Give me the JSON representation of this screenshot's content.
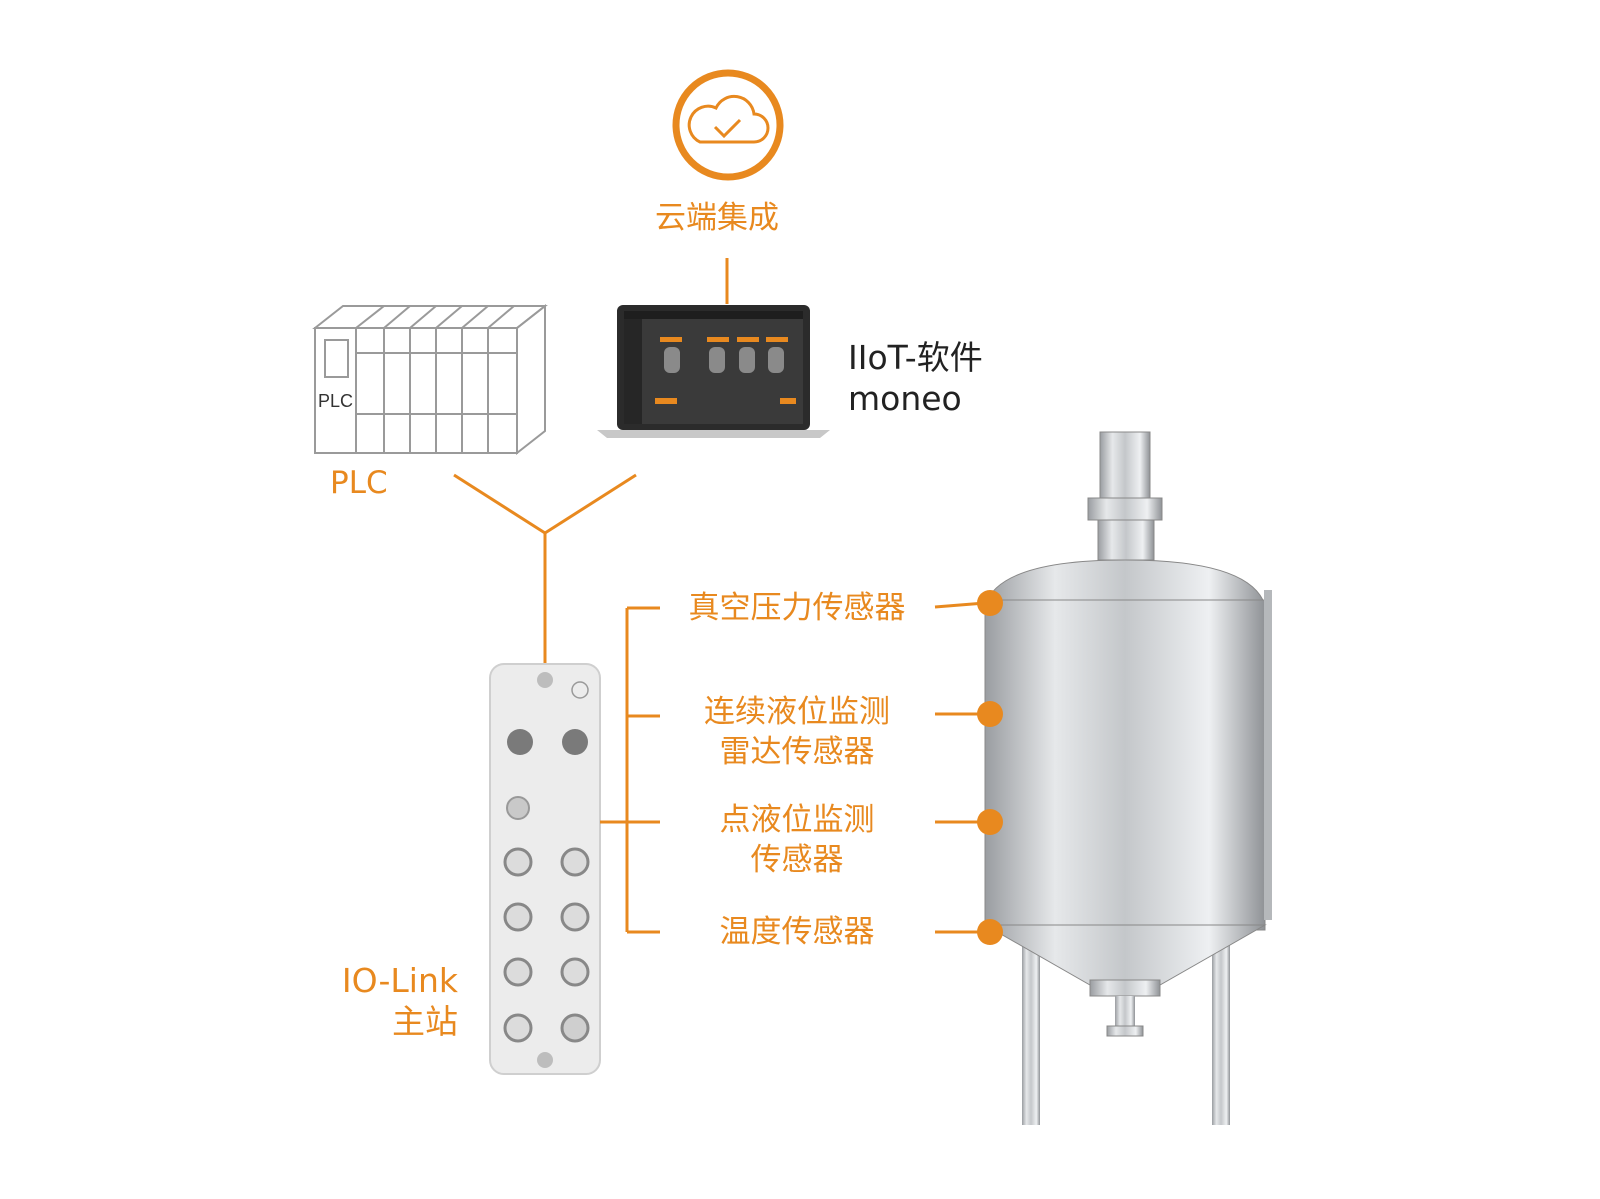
{
  "colors": {
    "accent": "#e8891f",
    "text": "#222222",
    "line_gray": "#9a9a9a"
  },
  "cloud": {
    "icon": "cloud-check-icon",
    "label": "云端集成"
  },
  "plc": {
    "box_text": "PLC",
    "label": "PLC"
  },
  "software": {
    "line1": "IIoT-软件",
    "line2": "moneo"
  },
  "iolink": {
    "line1": "IO-Link",
    "line2": "主站"
  },
  "sensors": [
    {
      "lines": [
        "真空压力传感器"
      ]
    },
    {
      "lines": [
        "连续液位监测",
        "雷达传感器"
      ]
    },
    {
      "lines": [
        "点液位监测",
        "传感器"
      ]
    },
    {
      "lines": [
        "温度传感器"
      ]
    }
  ],
  "tank": {
    "icon": "mixing-tank-image"
  }
}
